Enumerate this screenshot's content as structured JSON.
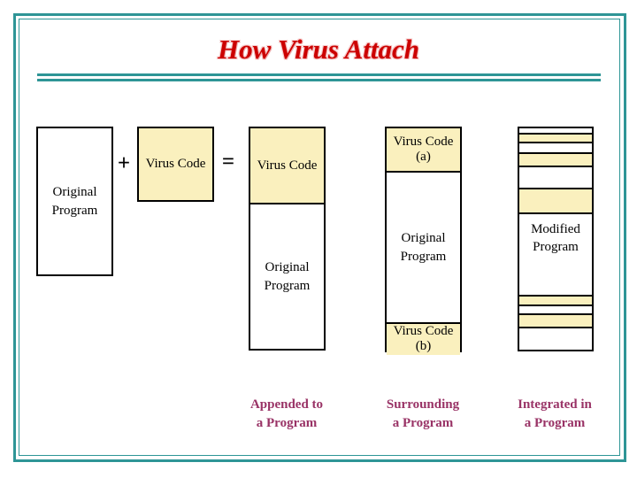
{
  "title": "How Virus Attach",
  "colors": {
    "frame_teal": "#2E9596",
    "title_red": "#CC0000",
    "caption_plum": "#993366",
    "virus_yellow": "#FAF0BE",
    "box_border": "#000000"
  },
  "equation": {
    "original_program_label": "Original Program",
    "plus_sign": "+",
    "virus_code_label": "Virus Code",
    "equals_sign": "="
  },
  "appended_column": {
    "virus_code_label": "Virus Code",
    "original_program_label": "Original Program",
    "caption_line1": "Appended to",
    "caption_line2": "a Program"
  },
  "surrounding_column": {
    "virus_code_a_label": "Virus Code (a)",
    "original_program_label": "Original Program",
    "virus_code_b_label": "Virus Code (b)",
    "caption_line1": "Surrounding",
    "caption_line2": "a Program"
  },
  "integrated_column": {
    "modified_program_label": "Modified Program",
    "caption_line1": "Integrated in",
    "caption_line2": "a Program"
  }
}
